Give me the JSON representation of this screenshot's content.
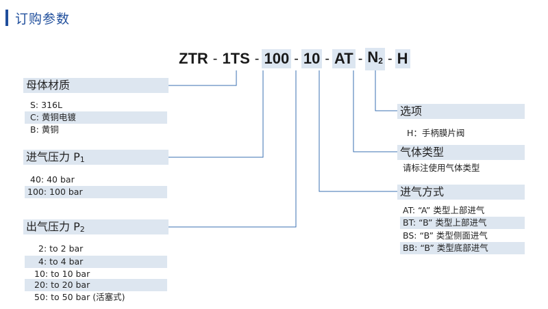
{
  "title": "订购参数",
  "code": {
    "parts": [
      "ZTR",
      "1TS",
      "100",
      "10",
      "AT",
      "N",
      "H"
    ],
    "n_sub": "2",
    "dash": "-"
  },
  "body_material": {
    "heading": "母体材质",
    "items": [
      "S:  316L",
      "C:  黄铜电镀",
      "B:  黄铜"
    ]
  },
  "inlet_pressure": {
    "heading": "进气压力 P",
    "heading_sub": "1",
    "items": [
      "40:  40 bar",
      "100:  100 bar"
    ]
  },
  "outlet_pressure": {
    "heading": "出气压力 P",
    "heading_sub": "2",
    "items": [
      "2:   to 2 bar",
      "4:   to 4 bar",
      "10:   to 10 bar",
      "20:   to 20 bar",
      "50:   to 50 bar (活塞式)"
    ]
  },
  "options": {
    "heading": "选项",
    "items": [
      "H：手柄膜片阀"
    ]
  },
  "gas_type": {
    "heading": "气体类型",
    "items": [
      "请标注使用气体类型"
    ]
  },
  "inlet_method": {
    "heading": "进气方式",
    "items": [
      "AT:  “A” 类型上部进气",
      "BT:  “B” 类型上部进气",
      "BS:  “B” 类型侧面进气",
      "BB:  “B” 类型底部进气"
    ]
  },
  "colors": {
    "accent": "#1f4e9c",
    "band": "#dde6f0",
    "line": "#3a6fb0"
  }
}
